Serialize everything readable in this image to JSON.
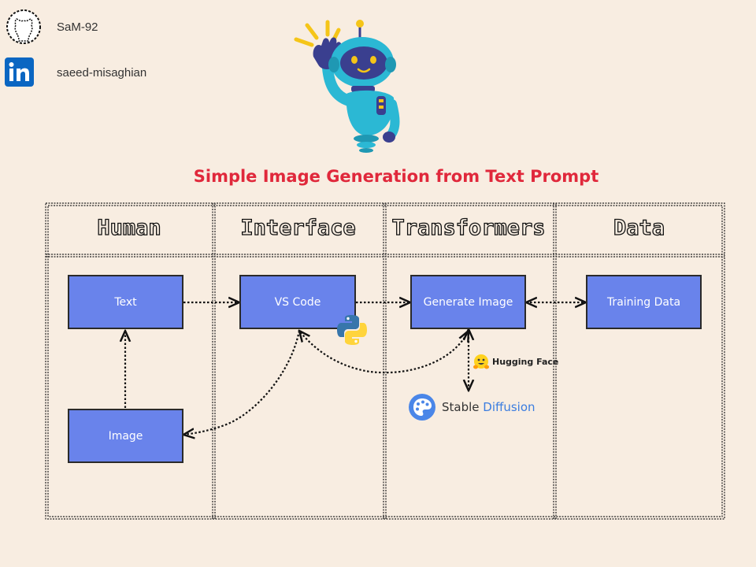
{
  "social": {
    "github_username": "SaM-92",
    "linkedin_username": "saeed-misaghian"
  },
  "title": "Simple Image Generation from Text Prompt",
  "lanes": [
    "Human",
    "Interface",
    "Transformers",
    "Data"
  ],
  "nodes": {
    "text": "Text",
    "image": "Image",
    "vscode": "VS Code",
    "generate": "Generate Image",
    "training": "Training Data"
  },
  "logos": {
    "huggingface": "Hugging Face",
    "stable_diffusion_a": "Stable",
    "stable_diffusion_b": "Diffusion"
  },
  "colors": {
    "background": "#f8ede1",
    "node_fill": "#6983eb",
    "title": "#e0283b",
    "robot_body": "#2bb8d4",
    "robot_dark": "#3a3f8f"
  },
  "icons": [
    "github-icon",
    "linkedin-icon",
    "robot-mascot",
    "python-icon",
    "huggingface-icon",
    "stable-diffusion-icon"
  ]
}
